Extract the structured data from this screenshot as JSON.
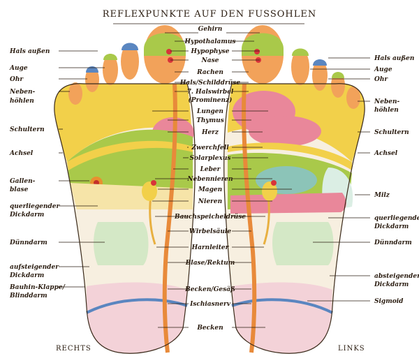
{
  "title": "REFLEXPUNKTE AUF DEN FUSSOHLEN",
  "side_labels": {
    "right_foot": "RECHTS",
    "left_foot": "LINKS"
  },
  "center_labels": [
    "Gehirn",
    "Hypothalamus",
    "Hypophyse",
    "Nase",
    "Rachen",
    "Hals/Schilddrüse",
    "7. Halswirbel",
    "(Prominenz)",
    "Lungen",
    "Thymus",
    "Herz",
    "Zwerchfell",
    "Solarplexus",
    "Leber",
    "Nebennieren",
    "Magen",
    "Nieren",
    "Bauchspeicheldrüse",
    "Wirbelsäule",
    "Harnleiter",
    "Blase/Rektum",
    "Becken/Gesäß",
    "Ischiasnerv",
    "Becken"
  ],
  "left_labels": [
    "Hals außen",
    "Auge",
    "Ohr",
    "Neben-",
    "höhlen",
    "Schultern",
    "Achsel",
    "Gallen-",
    "blase",
    "querliegender",
    "Dickdarm",
    "Dünndarm",
    "aufsteigender",
    "Dickdarm",
    "Bauhin-Klappe/",
    "Blinddarm"
  ],
  "right_labels": [
    "Hals außen",
    "Auge",
    "Ohr",
    "Neben-",
    "höhlen",
    "Schultern",
    "Achsel",
    "Milz",
    "querliegender",
    "Dickdarm",
    "Dünndarm",
    "absteigender",
    "Dickdarm",
    "Sigmoid"
  ],
  "colors": {
    "outline": "#3a2a1a",
    "yellow": "#f2d04a",
    "green": "#a9c94a",
    "orange": "#f2a25a",
    "pink": "#e9879a",
    "light_green": "#d4e8c6",
    "light_pink": "#f3d2d8",
    "blue": "#5a86c0",
    "spine_orange": "#e88a3a",
    "red": "#d8343a"
  }
}
